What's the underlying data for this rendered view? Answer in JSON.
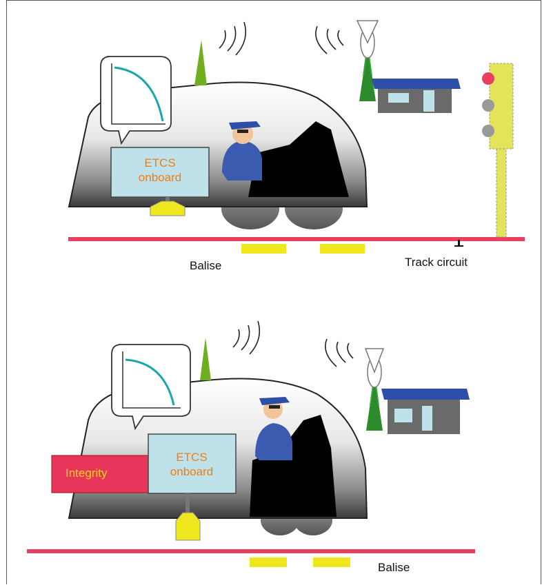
{
  "top_scene": {
    "onboard_label": "ETCS\nonboard",
    "balise_label": "Balise",
    "track_circuit_label": "Track circuit"
  },
  "bottom_scene": {
    "onboard_label": "ETCS\nonboard",
    "integrity_label": "Integrity",
    "balise_label": "Balise"
  },
  "colors": {
    "rail": "#e8405e",
    "balise": "#f0e81e",
    "etcs_box": "#bfe2ea",
    "etcs_text": "#f07d14",
    "integrity_box": "#e8365a",
    "integrity_text": "#ffd21c",
    "signal": "#e3e45a",
    "building_roof": "#2d4fa8",
    "antenna": "#6fae1e",
    "driver": "#3b5bb0"
  }
}
